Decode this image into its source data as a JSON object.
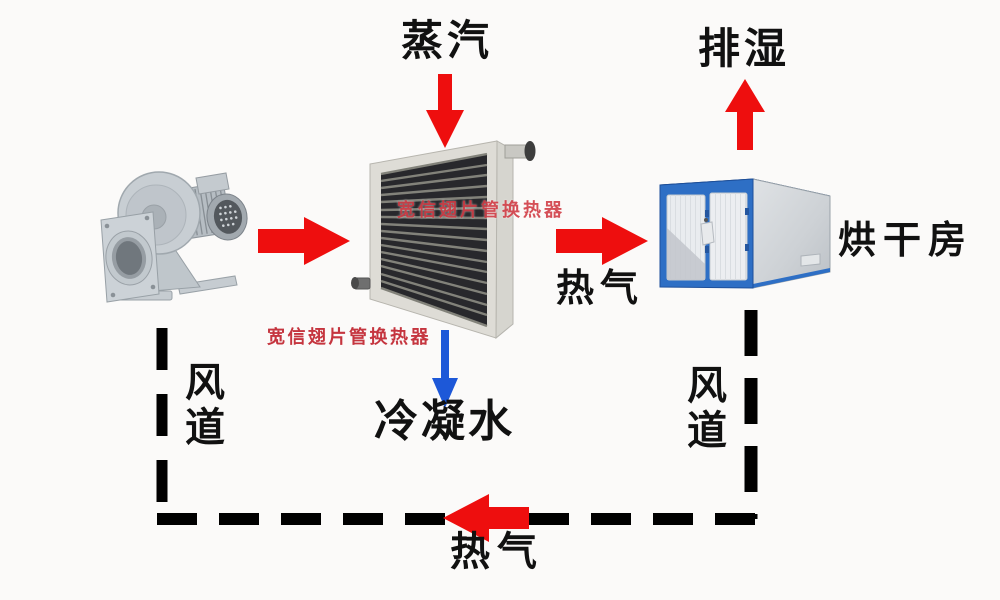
{
  "labels": {
    "steam": "蒸汽",
    "exhaust": "排湿",
    "drying_room": "烘干房",
    "hot_air_supply": "热气",
    "hot_air_return": "热气",
    "condensate": "冷凝水",
    "duct_left": "风道",
    "duct_right": "风道",
    "exchanger_watermark": "宽信翅片管换热器",
    "exchanger_caption": "宽信翅片管换热器"
  },
  "colors": {
    "background": "#fbfaf9",
    "flow_arrow_red": "#ee0e0e",
    "condensate_arrow_blue": "#1d58d8",
    "duct_line_black": "#000000",
    "caption_red": "#c5353f",
    "container_blue": "#2e6fc5",
    "text_black": "#111111"
  },
  "icons": {
    "blower": "centrifugal-blower-photo",
    "heat_exchanger": "finned-tube-heat-exchanger-photo",
    "drying_room": "container-drying-room-photo"
  }
}
